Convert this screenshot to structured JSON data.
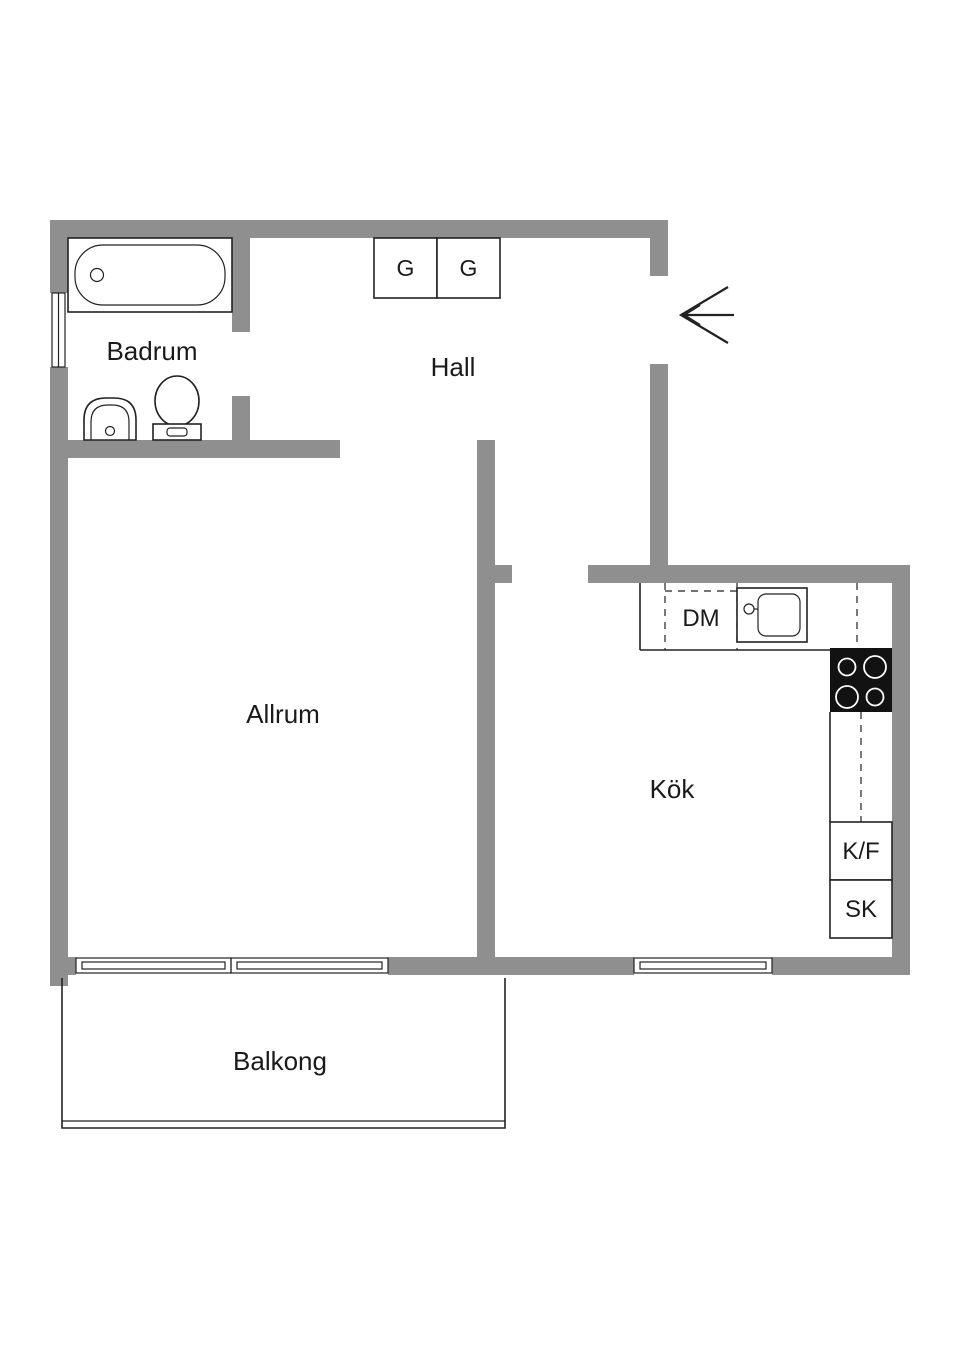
{
  "colors": {
    "wall": "#8F8F8F",
    "line": "#222222",
    "text": "#1A1A1A",
    "background": "#FFFFFF"
  },
  "rooms": {
    "badrum": "Badrum",
    "hall": "Hall",
    "allrum": "Allrum",
    "kok": "Kök",
    "balkong": "Balkong"
  },
  "fixtures": {
    "wardrobe_1": "G",
    "wardrobe_2": "G",
    "dishwasher": "DM",
    "fridge_freezer": "K/F",
    "cabinet": "SK"
  }
}
